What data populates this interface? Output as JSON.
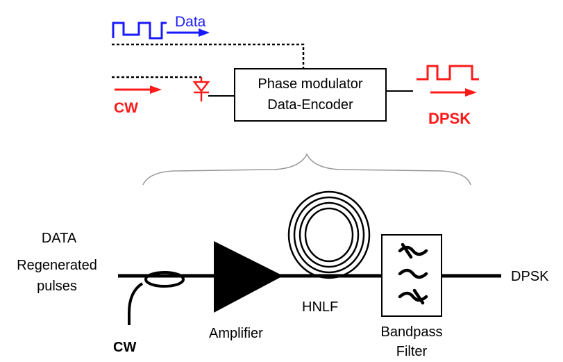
{
  "colors": {
    "blue": "#1a1aff",
    "red": "#ff1a1a",
    "black": "#000000"
  },
  "top": {
    "data_label": "Data",
    "cw_label": "CW",
    "dpsk_label": "DPSK",
    "modulator_line1": "Phase modulator",
    "modulator_line2": "Data-Encoder"
  },
  "bottom": {
    "input_line1": "DATA",
    "input_line2": "Regenerated",
    "input_line3": "pulses",
    "cw_label": "CW",
    "amplifier_label": "Amplifier",
    "hnlf_label": "HNLF",
    "filter_line1": "Bandpass",
    "filter_line2": "Filter",
    "output_label": "DPSK"
  },
  "icons": {
    "data_waveform": "square-wave-icon",
    "dpsk_waveform": "square-wave-icon",
    "photodiode": "diode-icon",
    "coupler": "fiber-coupler-icon",
    "amplifier": "triangle-amplifier-icon",
    "fiber_coil": "fiber-coil-icon",
    "filter_symbols": "tilde-filter-icon"
  }
}
